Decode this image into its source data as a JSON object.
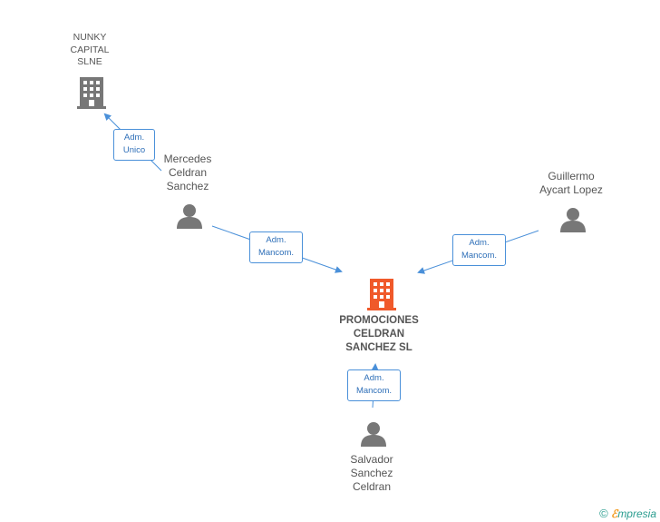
{
  "nodes": {
    "nunky": {
      "name": "NUNKY\nCAPITAL\nSLNE"
    },
    "mercedes": {
      "name": "Mercedes\nCeldran\nSanchez"
    },
    "guillermo": {
      "name": "Guillermo\nAycart Lopez"
    },
    "promociones": {
      "name": "PROMOCIONES\nCELDRAN\nSANCHEZ SL"
    },
    "salvador": {
      "name": "Salvador\nSanchez\nCeldran"
    }
  },
  "edges": {
    "e1": {
      "line1": "Adm.",
      "line2": "Unico"
    },
    "e2": {
      "line1": "Adm.",
      "line2": "Mancom."
    },
    "e3": {
      "line1": "Adm.",
      "line2": "Mancom."
    },
    "e4": {
      "line1": "Adm.",
      "line2": "Mancom."
    }
  },
  "colors": {
    "line": "#4a90d9",
    "company_main": "#f0592a",
    "company": "#777777",
    "person": "#777777"
  },
  "footer": {
    "copyright_symbol": "©",
    "brand_e": "ℰ",
    "brand_rest": "mpresia"
  }
}
